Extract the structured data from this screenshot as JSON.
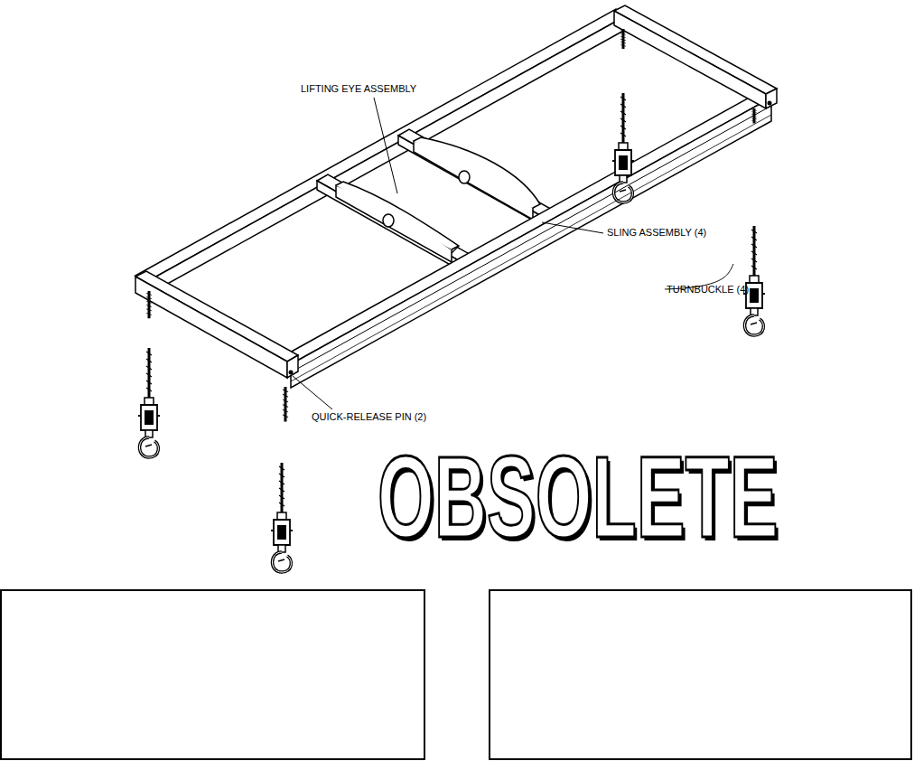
{
  "diagram": {
    "labels": [
      "LIFTING EYE ASSEMBLY",
      "SLING ASSEMBLY (4)",
      "TURNBUCKLE (4)",
      "QUICK-RELEASE PIN (2)",
      "OBSOLETE"
    ]
  }
}
